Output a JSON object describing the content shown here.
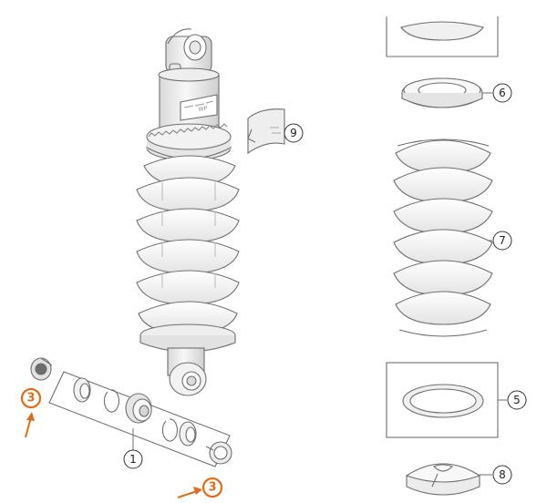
{
  "callouts": {
    "c1": "1",
    "c3_left": "3",
    "c3_bottom": "3",
    "c5": "5",
    "c6": "6",
    "c7": "7",
    "c8": "8",
    "c9": "9"
  },
  "colors": {
    "line": "#6f6f6f",
    "fill_light": "#f4f4f4",
    "fill_mid": "#dcdcdc",
    "highlight": "#e06c1a"
  }
}
